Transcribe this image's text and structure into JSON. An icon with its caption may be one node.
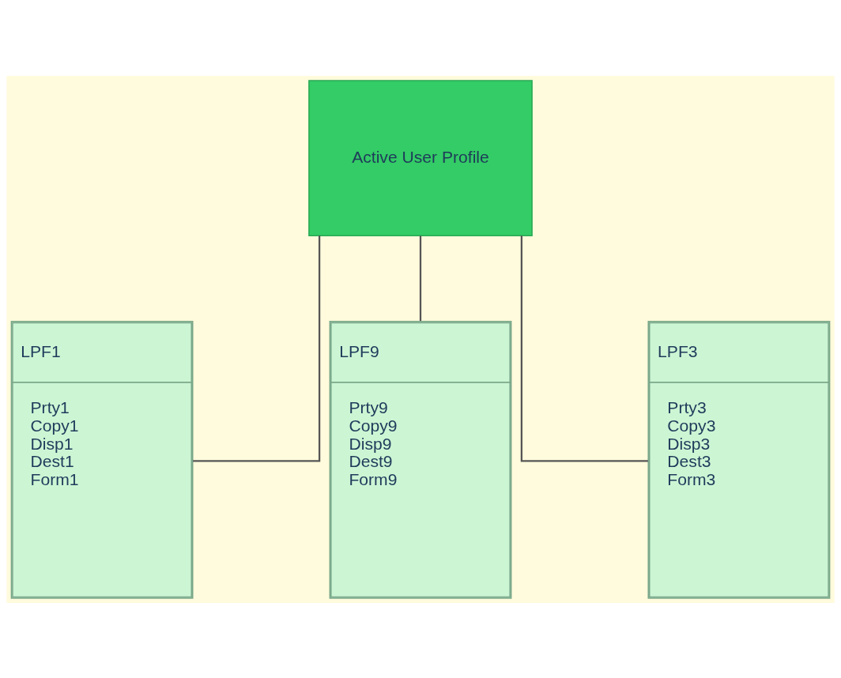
{
  "diagram": {
    "nodes": [
      {
        "text": [
          "Active User Profile"
        ]
      },
      {
        "text": [
          "LPF1",
          "Prty1",
          "Copy1",
          "Disp1",
          "Dest1",
          "Form1"
        ]
      },
      {
        "text": [
          "LPF9",
          "Prty9",
          "Copy9",
          "Disp9",
          "Dest9",
          "Form9"
        ]
      },
      {
        "text": [
          "LPF3",
          "Prty3",
          "Copy3",
          "Disp3",
          "Dest3",
          "Form3"
        ]
      }
    ],
    "edges": [
      {
        "from": 0,
        "to": 1,
        "arrow": "none"
      },
      {
        "from": 0,
        "to": 2,
        "arrow": "none"
      },
      {
        "from": 0,
        "to": 3,
        "arrow": "none"
      }
    ]
  }
}
